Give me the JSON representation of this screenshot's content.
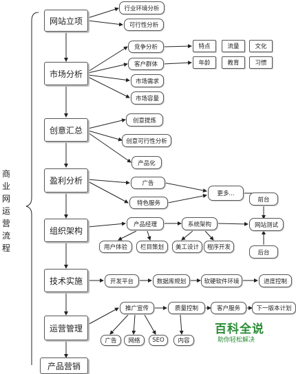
{
  "title": "商业网运营流程",
  "stages": {
    "s1": "网站立项",
    "s2": "市场分析",
    "s3": "创意汇总",
    "s4": "盈利分析",
    "s5": "组织架构",
    "s6": "技术实施",
    "s7": "运营管理",
    "s8": "产品营销"
  },
  "items": {
    "industry_env": "行业环境分析",
    "feasibility": "可行性分析",
    "competition": "竞争分析",
    "customer_group": "客户群体",
    "market_demand": "市场需求",
    "market_capacity": "市场容量",
    "feature": "特点",
    "traffic": "流量",
    "culture": "文化",
    "age": "年龄",
    "education": "教育",
    "habit": "习惯",
    "creative_ideas": "创意提炼",
    "creative_feasibility": "创意可行性分析",
    "productize": "产品化",
    "ads": "广告",
    "special_service": "特色服务",
    "more": "更多...",
    "front": "前台",
    "back": "后台",
    "web_test": "网站测试",
    "product_manager": "产品经理",
    "system_arch": "系统架构",
    "user_exp": "用户体验",
    "column_plan": "栏目策划",
    "ui_design": "美工设计",
    "program_dev": "程序开发",
    "dev_platform": "开发平台",
    "db_plan": "数据库规划",
    "sw_hw_env": "软硬软件环境",
    "progress_ctrl": "进度控制",
    "promotion": "推广宣传",
    "quality_ctrl": "质量控制",
    "customer_service": "客户服务",
    "next_plan": "下一版本计划",
    "ad2": "广告",
    "network": "网络",
    "seo": "SEO",
    "content": "内容"
  },
  "watermark": {
    "title": "百科全说",
    "subtitle": "助你轻松解决"
  }
}
